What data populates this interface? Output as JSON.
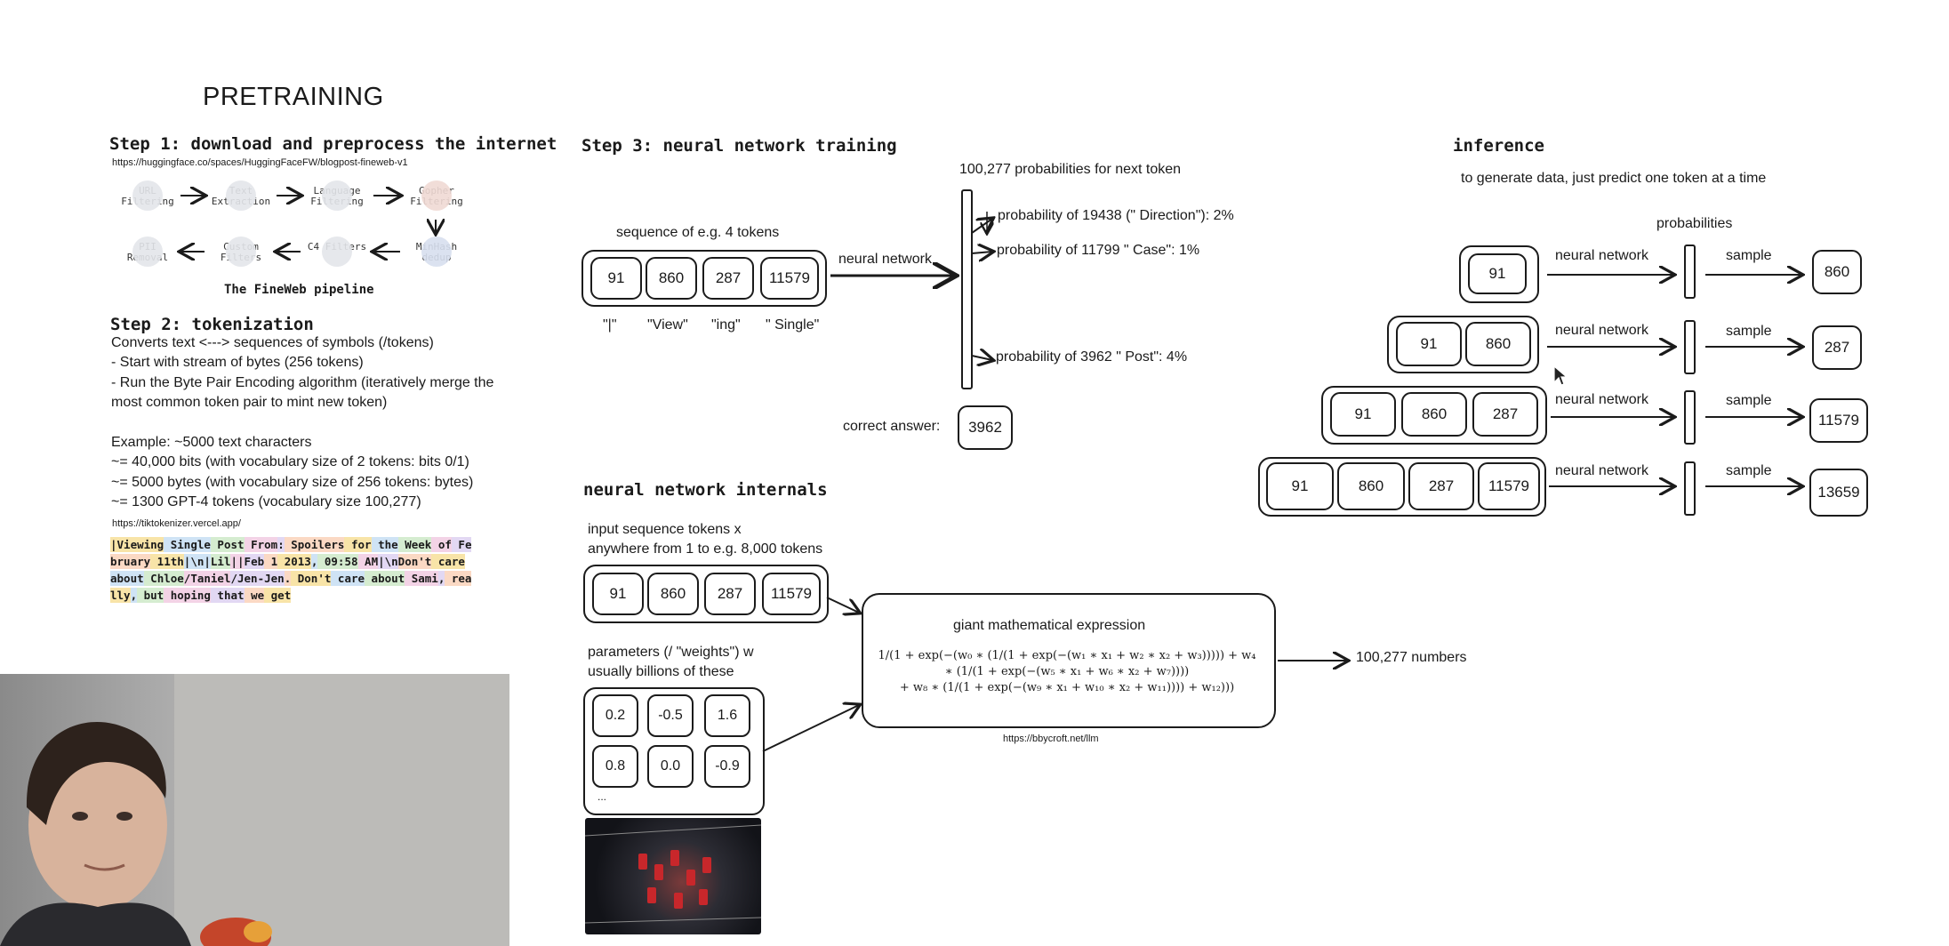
{
  "pretraining_title": "PRETRAINING",
  "step1": {
    "heading": "Step 1: download and preprocess the internet",
    "url": "https://huggingface.co/spaces/HuggingFaceFW/blogpost-fineweb-v1",
    "pipeline_top": [
      "URL Filtering",
      "Text Extraction",
      "Language Filtering",
      "Gopher Filtering"
    ],
    "pipeline_bottom": [
      "PII Removal",
      "Custom Filters",
      "C4 Filters",
      "MinHash dedup"
    ],
    "caption": "The FineWeb pipeline"
  },
  "step2": {
    "heading": "Step 2: tokenization",
    "lines": [
      "Converts text <---> sequences of symbols (/tokens)",
      "- Start with stream of bytes (256 tokens)",
      "- Run the Byte Pair Encoding algorithm (iteratively merge the",
      "most common token pair to mint new token)"
    ],
    "example_lines": [
      "Example: ~5000 text characters",
      "~= 40,000 bits (with vocabulary size of 2 tokens: bits 0/1)",
      "~= 5000 bytes (with vocabulary size of 256 tokens: bytes)",
      "~= 1300 GPT-4 tokens (vocabulary size 100,277)"
    ],
    "tiktoken_url": "https://tiktokenizer.vercel.app/",
    "tokenized_lines": [
      [
        "|Viewing",
        " Single",
        " Post",
        " From",
        ":",
        " Spoilers",
        " for",
        " the",
        " Week",
        " of",
        " Fe"
      ],
      [
        "bruary",
        " 11th",
        "|\\n|",
        "Lil",
        "||",
        "Feb",
        " 1",
        " 2013",
        ",",
        " 09:58",
        " AM",
        "|\\n",
        "Don't",
        " care"
      ],
      [
        "about",
        " Chloe",
        "/Taniel",
        "/Jen-Jen",
        ".",
        " Don't",
        " care",
        " about",
        " Sami",
        ",",
        " rea"
      ],
      [
        "lly",
        ",",
        " but",
        " hoping",
        " that",
        " we",
        " get"
      ]
    ],
    "token_colors": [
      "#f8e4a8",
      "#cfe3f5",
      "#d5ecd0",
      "#f3d3e6",
      "#e2d8f3",
      "#fbd9c4"
    ]
  },
  "step3": {
    "heading": "Step 3: neural network training",
    "seq_label": "sequence of e.g. 4 tokens",
    "tokens": [
      "91",
      "860",
      "287",
      "11579"
    ],
    "token_texts": [
      "\"|\"",
      "\"View\"",
      "\"ing\"",
      "\" Single\""
    ],
    "nn_label": "neural network",
    "prob_title": "100,277 probabilities for next token",
    "probs": [
      "probability of 19438 (\" Direction\"): 2%",
      "probability of 11799 \" Case\": 1%",
      "probability of 3962 \" Post\": 4%"
    ],
    "correct_label": "correct answer:",
    "correct_value": "3962"
  },
  "internals": {
    "heading": "neural network internals",
    "input_label_1": "input sequence tokens x",
    "input_label_2": "anywhere from 1 to e.g. 8,000 tokens",
    "tokens": [
      "91",
      "860",
      "287",
      "11579"
    ],
    "params_label_1": "parameters (/ \"weights\") w",
    "params_label_2": "usually billions of these",
    "params": [
      "0.2",
      "-0.5",
      "1.6",
      "0.8",
      "0.0",
      "-0.9"
    ],
    "params_ellipsis": "...",
    "expr_title": "giant mathematical expression",
    "expr_lines": [
      "1/(1 + exp(−(w₀ ∗ (1/(1 + exp(−(w₁ ∗ x₁ + w₂ ∗ x₂ + w₃))))) + w₄",
      "∗ (1/(1 + exp(−(w₅ ∗ x₁ + w₆ ∗ x₂ + w₇))))",
      "+ w₈ ∗ (1/(1 + exp(−(w₉ ∗ x₁ + w₁₀ ∗ x₂ + w₁₁)))) + w₁₂)))"
    ],
    "expr_url": "https://bbycroft.net/llm",
    "output_label": "100,277 numbers"
  },
  "inference": {
    "heading": "inference",
    "desc": "to generate data, just predict one token at a time",
    "prob_label": "probabilities",
    "nn_label": "neural network",
    "sample_label": "sample",
    "rows": [
      {
        "tokens": [
          "91"
        ],
        "out": "860"
      },
      {
        "tokens": [
          "91",
          "860"
        ],
        "out": "287"
      },
      {
        "tokens": [
          "91",
          "860",
          "287"
        ],
        "out": "11579"
      },
      {
        "tokens": [
          "91",
          "860",
          "287",
          "11579"
        ],
        "out": "13659"
      }
    ]
  },
  "icons": {
    "pipeline": "pipeline-stage-icon",
    "mixer_photo": "mixing-console-image",
    "presenter": "presenter-webcam",
    "cursor": "mouse-cursor-icon"
  }
}
